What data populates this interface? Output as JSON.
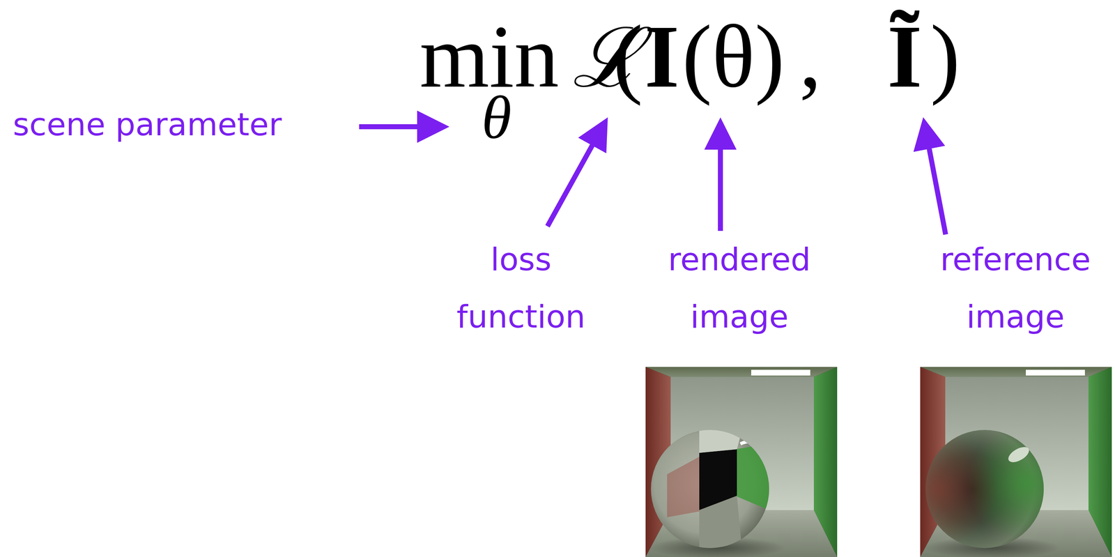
{
  "diagram": {
    "labels": [
      "min",
      "θ",
      "ℒ",
      "(",
      "I",
      "(θ)",
      ",",
      "Ĩ",
      ")",
      "scene parameter",
      "loss function",
      "rendered image",
      "reference image"
    ]
  }
}
